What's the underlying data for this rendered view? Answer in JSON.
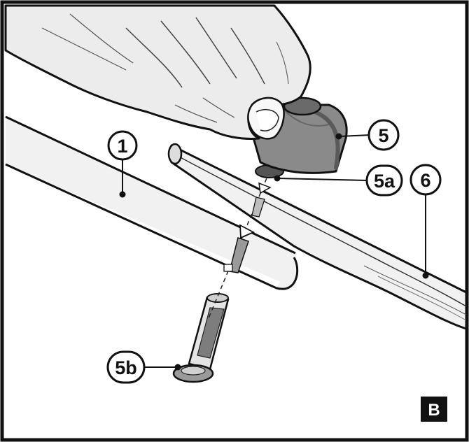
{
  "figure": {
    "panel_letter": "B",
    "colors": {
      "frame": "#111111",
      "background": "#ffffff",
      "part_fill": "#f1f1f1",
      "knob_dark": "#8a8a8a",
      "badge_bg": "#111111"
    }
  },
  "callouts": {
    "c1": "1",
    "c5": "5",
    "c5a": "5a",
    "c6": "6",
    "c5b": "5b"
  },
  "icons": {
    "hand": "hand-icon",
    "knob": "knob-icon",
    "tube": "tube-icon",
    "bolt": "bolt-icon",
    "rail": "rail-icon"
  }
}
